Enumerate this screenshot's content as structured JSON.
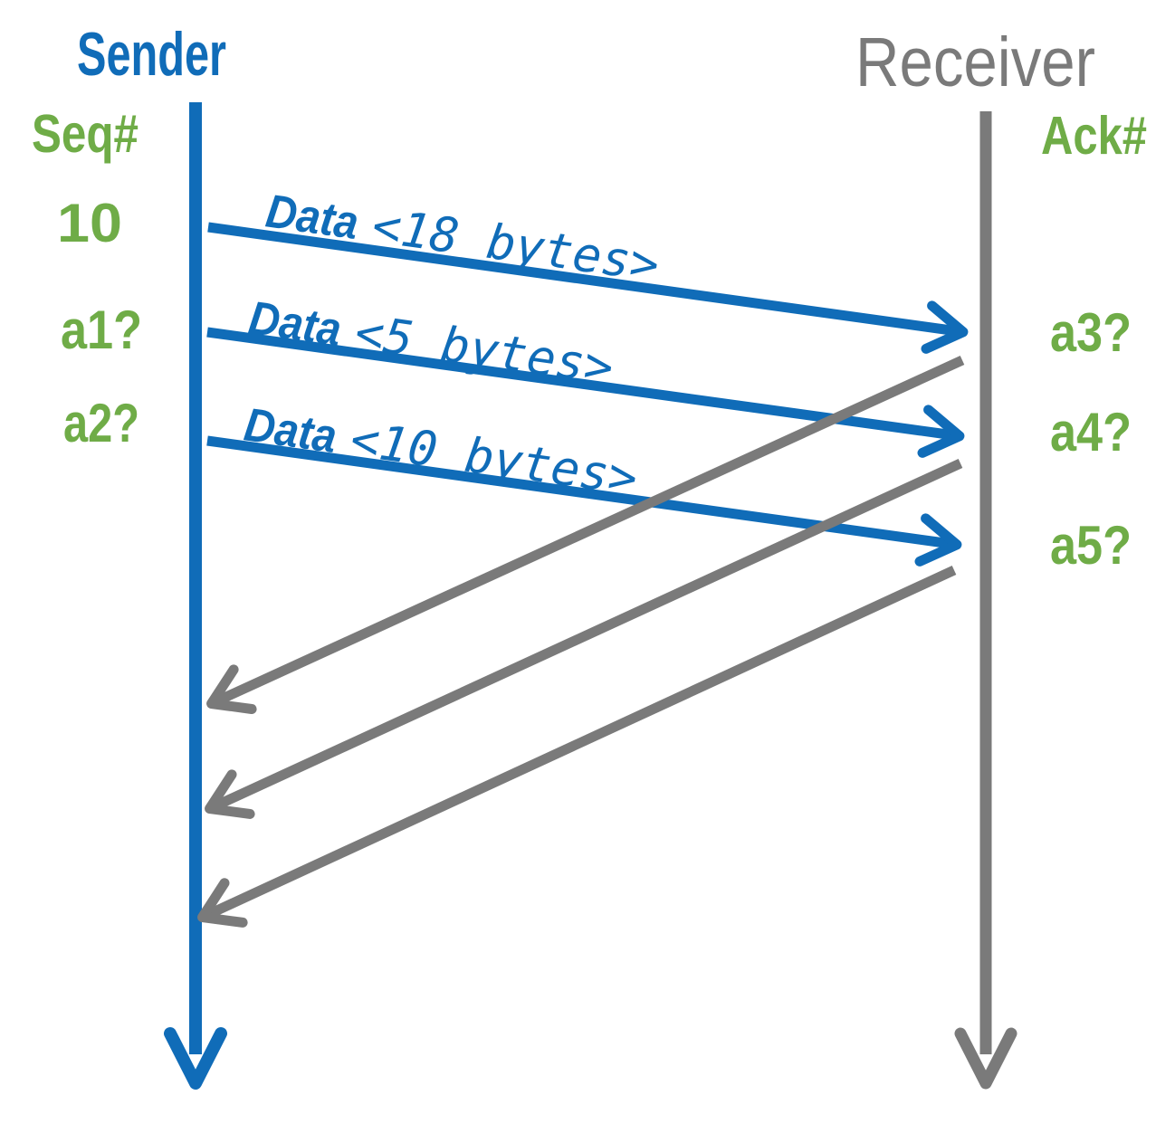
{
  "sender": {
    "title": "Sender",
    "column_heading": "Seq#",
    "sequence_numbers": [
      "10",
      "a1?",
      "a2?"
    ]
  },
  "receiver": {
    "title": "Receiver",
    "column_heading": "Ack#",
    "ack_numbers": [
      "a3?",
      "a4?",
      "a5?"
    ]
  },
  "messages": [
    {
      "keyword": "Data",
      "payload": "<18 bytes>"
    },
    {
      "keyword": "Data",
      "payload": "<5 bytes>"
    },
    {
      "keyword": "Data",
      "payload": "<10 bytes>"
    }
  ],
  "colors": {
    "sender_blue": "#106CB8",
    "receiver_gray": "#7A7A7A",
    "annotation_green": "#6FAC47"
  }
}
